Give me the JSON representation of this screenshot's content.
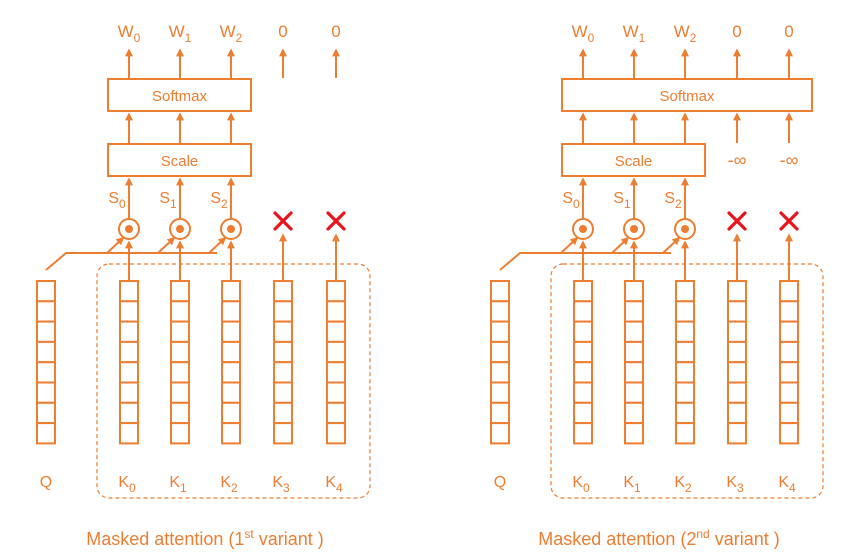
{
  "colors": {
    "accent": "#ED7D31",
    "mask": "#E8141C",
    "background": "#FFFFFF"
  },
  "icons": {
    "dot_product": "circled-dot-icon",
    "masked": "x-mark-icon",
    "arrow": "arrow-up-icon"
  },
  "panels": [
    {
      "id": "variant-1",
      "softmax_label": "Softmax",
      "scale_label": "Scale",
      "outputs": [
        {
          "base": "W",
          "sub": "0"
        },
        {
          "base": "W",
          "sub": "1"
        },
        {
          "base": "W",
          "sub": "2"
        },
        {
          "base": "0",
          "sub": ""
        },
        {
          "base": "0",
          "sub": ""
        }
      ],
      "scores": [
        {
          "base": "S",
          "sub": "0"
        },
        {
          "base": "S",
          "sub": "1"
        },
        {
          "base": "S",
          "sub": "2"
        }
      ],
      "neg_inf": [],
      "query_label": "Q",
      "keys": [
        {
          "base": "K",
          "sub": "0"
        },
        {
          "base": "K",
          "sub": "1"
        },
        {
          "base": "K",
          "sub": "2"
        },
        {
          "base": "K",
          "sub": "3"
        },
        {
          "base": "K",
          "sub": "4"
        }
      ],
      "caption": {
        "before": "Masked attention (1",
        "sup": "st",
        "after": " variant )"
      }
    },
    {
      "id": "variant-2",
      "softmax_label": "Softmax",
      "scale_label": "Scale",
      "outputs": [
        {
          "base": "W",
          "sub": "0"
        },
        {
          "base": "W",
          "sub": "1"
        },
        {
          "base": "W",
          "sub": "2"
        },
        {
          "base": "0",
          "sub": ""
        },
        {
          "base": "0",
          "sub": ""
        }
      ],
      "scores": [
        {
          "base": "S",
          "sub": "0"
        },
        {
          "base": "S",
          "sub": "1"
        },
        {
          "base": "S",
          "sub": "2"
        }
      ],
      "neg_inf": [
        "-∞",
        "-∞"
      ],
      "query_label": "Q",
      "keys": [
        {
          "base": "K",
          "sub": "0"
        },
        {
          "base": "K",
          "sub": "1"
        },
        {
          "base": "K",
          "sub": "2"
        },
        {
          "base": "K",
          "sub": "3"
        },
        {
          "base": "K",
          "sub": "4"
        }
      ],
      "caption": {
        "before": "Masked attention (2",
        "sup": "nd",
        "after": " variant )"
      }
    }
  ]
}
